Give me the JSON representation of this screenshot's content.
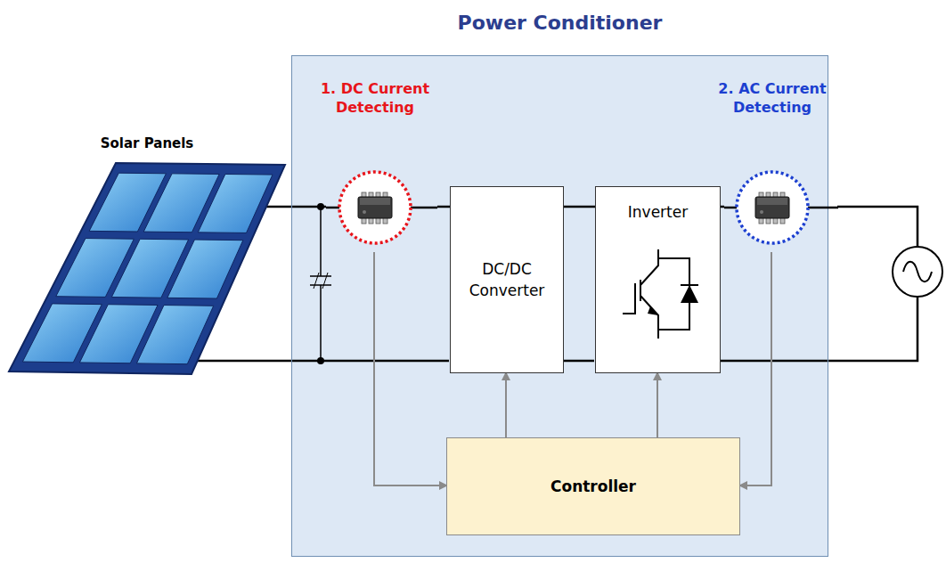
{
  "diagram": {
    "nodes": [
      {
        "text": [
          "Power Conditioner"
        ]
      },
      {
        "text": [
          "Solar Panels"
        ]
      },
      {
        "text": [
          "1. DC Current Detecting"
        ],
        "in": 0
      },
      {
        "text": [
          "DC/DC Converter"
        ],
        "in": 0
      },
      {
        "text": [
          "Inverter"
        ],
        "in": 0
      },
      {
        "text": [
          "2. AC Current Detecting"
        ],
        "in": 0
      },
      {
        "text": [
          "Controller"
        ],
        "in": 0
      }
    ],
    "edges": [
      {
        "from": 1,
        "to": 2,
        "arrow": "none"
      },
      {
        "from": 2,
        "to": 3,
        "arrow": "none"
      },
      {
        "from": 3,
        "to": 4,
        "arrow": "none"
      },
      {
        "from": 4,
        "to": 5,
        "arrow": "none"
      },
      {
        "from": 2,
        "to": 6,
        "arrow": "to"
      },
      {
        "from": 5,
        "to": 6,
        "arrow": "to"
      },
      {
        "from": 6,
        "to": 3,
        "arrow": "to"
      },
      {
        "from": 6,
        "to": 4,
        "arrow": "to"
      }
    ]
  }
}
